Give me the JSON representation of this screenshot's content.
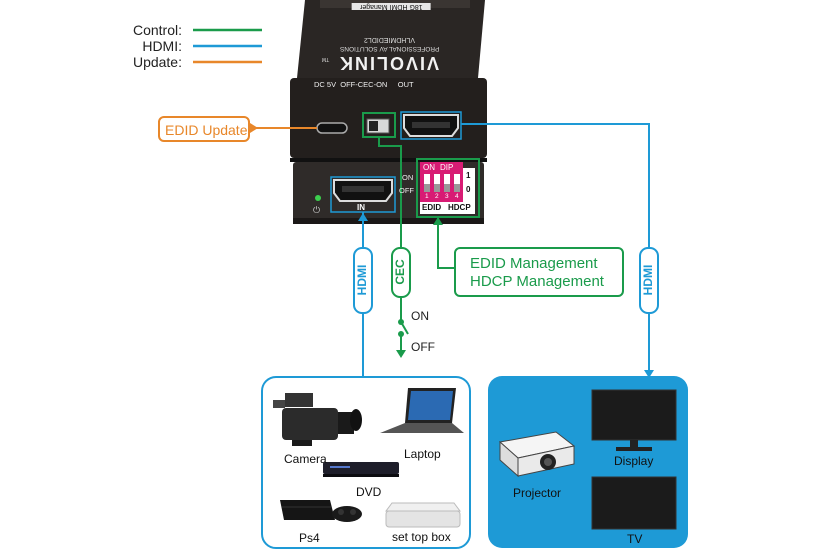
{
  "legend": [
    {
      "label": "Control:",
      "color": "#1a9b4b"
    },
    {
      "label": "HDMI:",
      "color": "#1e9ad6"
    },
    {
      "label": "Update:",
      "color": "#e8872a"
    }
  ],
  "device": {
    "brand": "VIVOLINK",
    "brand_tm": "TM",
    "tagline": "PROFESSIONAL AV SOLUTIONS",
    "model": "VLHDMIEDIDL2",
    "product_name": "18G HDMI Manager",
    "top_port_labels": "DC 5V  OFF-CEC-ON     OUT",
    "in_label": "IN",
    "dip_title_on": "ON",
    "dip_title_dip": "DIP",
    "dip_numbers": [
      "1",
      "2",
      "3",
      "4"
    ],
    "dip_on_label": "ON",
    "dip_off_label": "OFF",
    "dip_one": "1",
    "dip_zero": "0",
    "edid_label": "EDID",
    "hdcp_label": "HDCP"
  },
  "callouts": {
    "edid_update": "EDID Update",
    "management_line1": "EDID Management",
    "management_line2": "HDCP Management"
  },
  "cables": {
    "hdmi_in": "HDMI",
    "cec": "CEC",
    "hdmi_out": "HDMI"
  },
  "switch": {
    "on": "ON",
    "off": "OFF"
  },
  "sources": [
    {
      "label": "Camera",
      "icon": "camera-icon"
    },
    {
      "label": "Laptop",
      "icon": "laptop-icon"
    },
    {
      "label": "DVD",
      "icon": "dvd-player-icon"
    },
    {
      "label": "Ps4",
      "icon": "game-console-icon"
    },
    {
      "label": "set top box",
      "icon": "set-top-box-icon"
    }
  ],
  "sinks": [
    {
      "label": "Projector",
      "icon": "projector-icon"
    },
    {
      "label": "Display",
      "icon": "display-icon"
    },
    {
      "label": "TV",
      "icon": "tv-icon"
    }
  ],
  "colors": {
    "control": "#1a9b4b",
    "hdmi": "#1e9ad6",
    "update": "#e8872a",
    "device_body": "#2a2624",
    "dip_pink": "#d81b74",
    "sink_panel": "#1e9ad6"
  }
}
